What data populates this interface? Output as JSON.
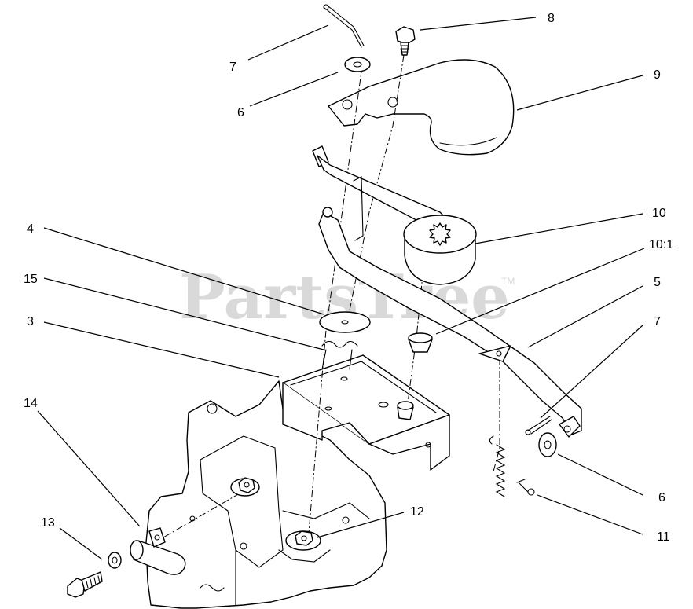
{
  "watermark": {
    "text": "PartsTree",
    "trademark": "TM"
  },
  "callouts": [
    {
      "id": "c-7a",
      "label": "7"
    },
    {
      "id": "c-8",
      "label": "8"
    },
    {
      "id": "c-9",
      "label": "9"
    },
    {
      "id": "c-6a",
      "label": "6"
    },
    {
      "id": "c-10",
      "label": "10"
    },
    {
      "id": "c-10-1",
      "label": "10:1"
    },
    {
      "id": "c-4",
      "label": "4"
    },
    {
      "id": "c-15",
      "label": "15"
    },
    {
      "id": "c-5",
      "label": "5"
    },
    {
      "id": "c-3",
      "label": "3"
    },
    {
      "id": "c-7b",
      "label": "7"
    },
    {
      "id": "c-14",
      "label": "14"
    },
    {
      "id": "c-6b",
      "label": "6"
    },
    {
      "id": "c-12",
      "label": "12"
    },
    {
      "id": "c-13",
      "label": "13"
    },
    {
      "id": "c-11",
      "label": "11"
    }
  ],
  "colors": {
    "ink": "#000000",
    "paper": "#ffffff",
    "watermark": "#d9d9d9"
  }
}
